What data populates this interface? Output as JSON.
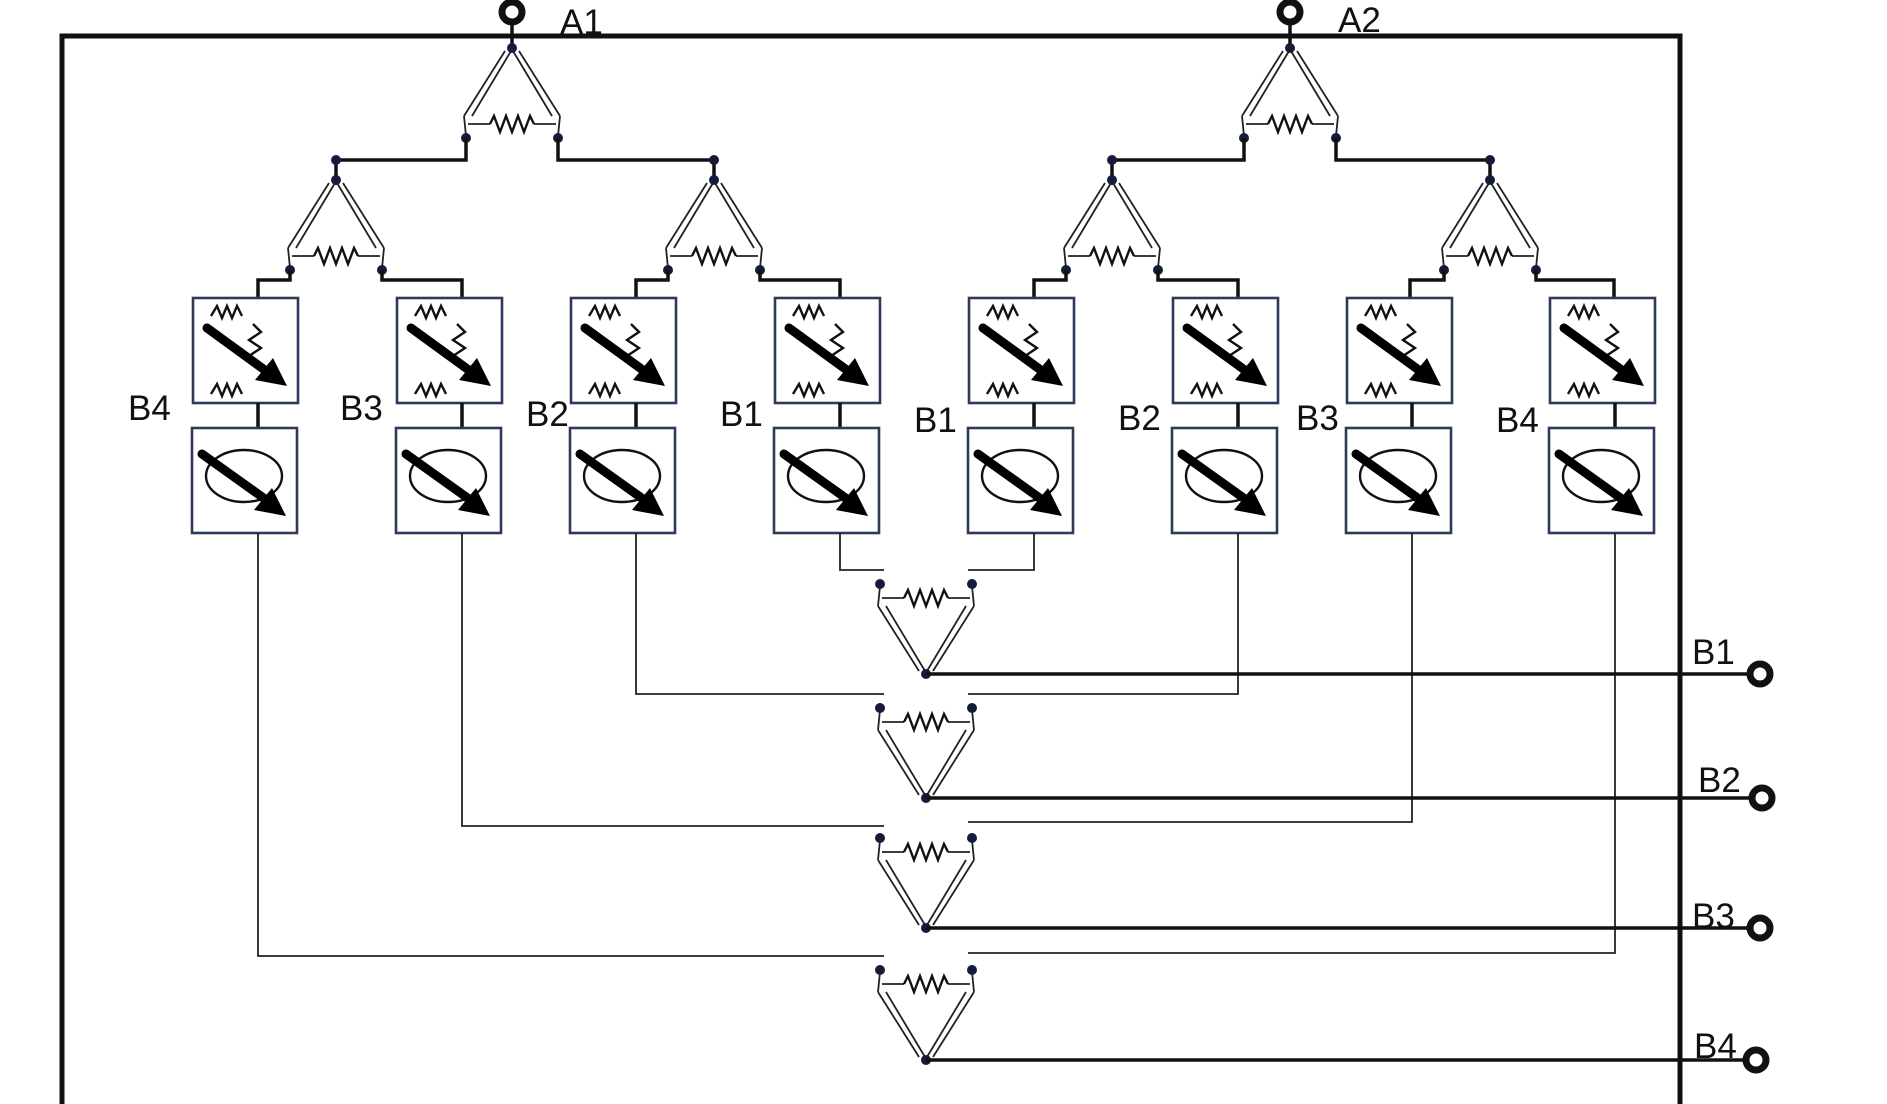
{
  "labels": {
    "port_a1": "A1",
    "port_a2": "A2",
    "out_b1": "B1",
    "out_b2": "B2",
    "out_b3": "B3",
    "out_b4": "B4",
    "col_left_1": "B4",
    "col_left_2": "B3",
    "col_left_3": "B2",
    "col_left_4": "B1",
    "col_right_1": "B1",
    "col_right_2": "B2",
    "col_right_3": "B3",
    "col_right_4": "B4"
  },
  "icons": {
    "splitter": "wilkinson-divider-icon",
    "attenuator": "variable-attenuator-icon",
    "phase_shifter": "phase-shifter-icon",
    "port": "port-terminal-icon"
  },
  "colors": {
    "line": "#111111",
    "component_box": "#2f3a5a",
    "node_dot": "#141c3a"
  }
}
